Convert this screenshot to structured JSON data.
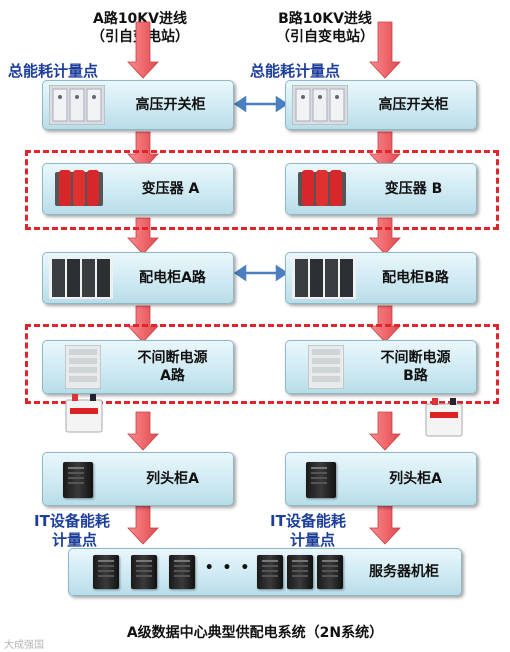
{
  "sources": {
    "a_line1": "A路10KV进线",
    "a_line2": "（引自变电站）",
    "b_line1": "B路10KV进线",
    "b_line2": "（引自变电站）"
  },
  "meter_total_left": "总能耗计量点",
  "meter_total_right": "总能耗计量点",
  "hv_left": "高压开关柜",
  "hv_right": "高压开关柜",
  "transformer_a": "变压器 A",
  "transformer_b": "变压器 B",
  "dist_a": "配电柜A路",
  "dist_b": "配电柜B路",
  "ups_a_line1": "不间断电源",
  "ups_a_line2": "A路",
  "ups_b_line1": "不间断电源",
  "ups_b_line2": "B路",
  "row_left": "列头柜A",
  "row_right": "列头柜A",
  "meter_it_left_1": "IT设备能耗",
  "meter_it_left_2": "计量点",
  "meter_it_right_1": "IT设备能耗",
  "meter_it_right_2": "计量点",
  "ellipsis": "• • •",
  "servers": "服务器机柜",
  "caption": "A级数据中心典型供配电系统（2N系统）",
  "watermark": "大成强国",
  "colors": {
    "arrow": "#f06a6e",
    "dashed": "#e0262b",
    "meter_text": "#1d3f9a",
    "link_arrow": "#4a7fc0"
  }
}
